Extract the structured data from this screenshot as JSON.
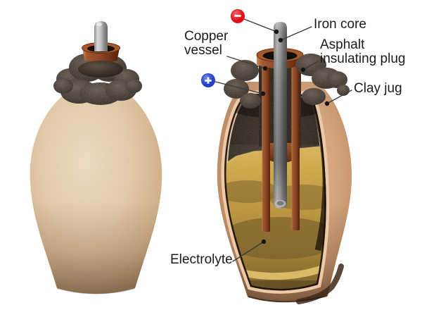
{
  "labels": {
    "copper_vessel": {
      "line1": "Copper",
      "line2": "vessel"
    },
    "iron_core": "Iron core",
    "asphalt_plug": {
      "line1": "Asphalt",
      "line2": "insulating plug"
    },
    "clay_jug": "Clay jug",
    "electrolyte": "Electrolyte"
  },
  "terminals": {
    "negative": "−",
    "positive": "+"
  },
  "colors": {
    "background": "#ffffff",
    "negative_badge": "#e30f16",
    "positive_badge": "#2040cc",
    "label_text": "#1b1b1b",
    "callout_line": "#3c3c3c",
    "clay_jug_whole": "#e6cba9",
    "clay_cutaway": "#d6a57c",
    "clay_cross_section": "#eec9a7",
    "copper": "#9c5130",
    "iron": "#9a9a9a",
    "asphalt": "#362c24",
    "electrolyte": "#c9a23f"
  }
}
